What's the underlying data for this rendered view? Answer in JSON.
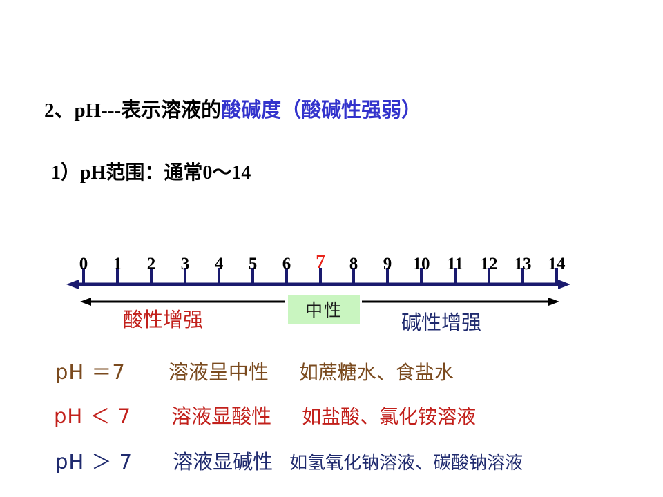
{
  "slide": {
    "heading_main": {
      "prefix": "2、pH---表示溶液的",
      "highlight": "酸碱度（酸碱性强弱）"
    },
    "heading_sub": "1）pH范围：通常0～14"
  },
  "scale": {
    "tick_values": [
      "0",
      "1",
      "2",
      "3",
      "4",
      "5",
      "6",
      "7",
      "8",
      "9",
      "10",
      "11",
      "12",
      "13",
      "14"
    ],
    "neutral_index": 7,
    "neutral_label": "中性",
    "acid_trend_label": "酸性增强",
    "base_trend_label": "碱性增强",
    "axis_color": "#1a1a6e",
    "trend_arrow_color": "#000000",
    "neutral_box_color": "#c9f5c0",
    "neutral_tick_color": "#e8241a",
    "acid_label_color": "#c2201b",
    "base_label_color": "#1f2a6e",
    "axis_min": 0,
    "axis_max": 14
  },
  "statements": [
    {
      "expr": "pH ＝7",
      "desc": "溶液呈中性",
      "example": "如蔗糖水、食盐水",
      "color": "#7a4a1e"
    },
    {
      "expr": "pH ＜ 7",
      "desc": "溶液显酸性",
      "example": "如盐酸、氯化铵溶液",
      "color": "#c2201b"
    },
    {
      "expr": "pH ＞ 7",
      "desc": "溶液显碱性",
      "example": "如氢氧化钠溶液、碳酸钠溶液",
      "color": "#1f2a6e"
    }
  ]
}
